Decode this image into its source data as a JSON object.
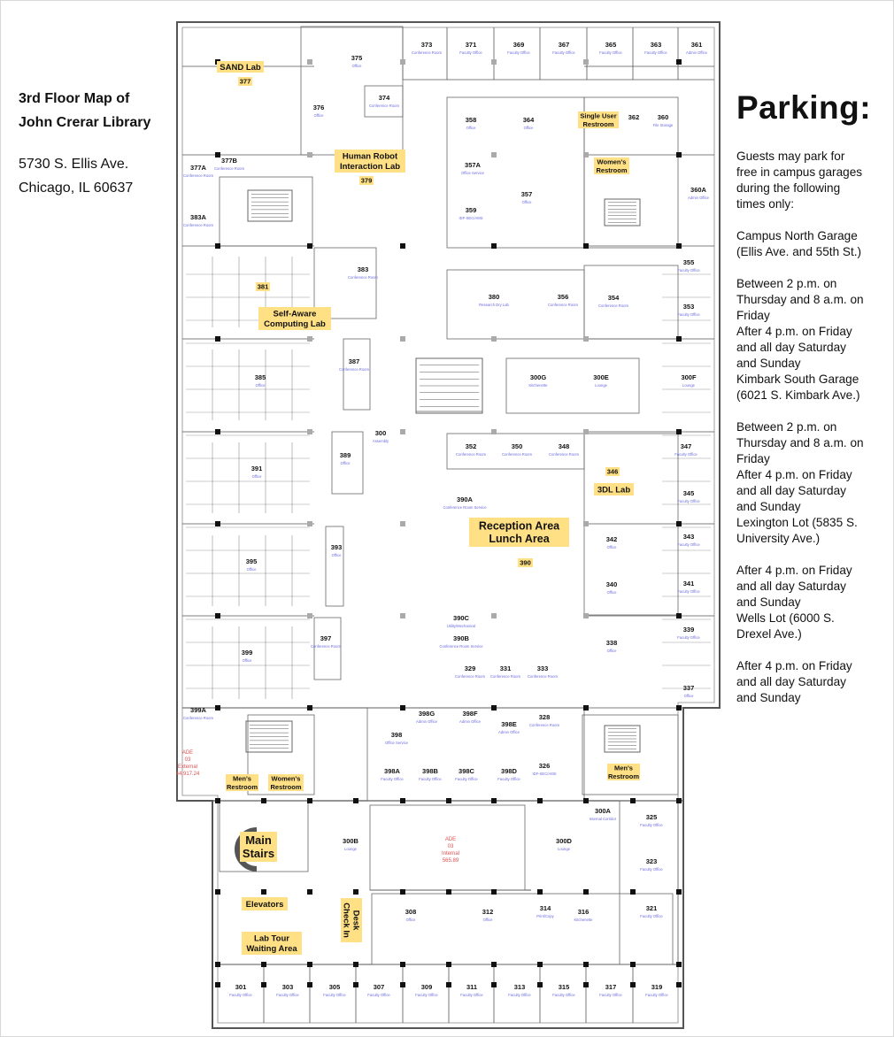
{
  "header": {
    "title_line1": "3rd Floor Map of",
    "title_line2": "John Crerar Library",
    "address_line1": "5730 S. Ellis Ave.",
    "address_line2": "Chicago, IL 60637"
  },
  "parking": {
    "heading": "Parking:",
    "lines": [
      "Guests may park for",
      "free in campus garages",
      "during the following",
      "times only:",
      "",
      "Campus North Garage",
      "(Ellis Ave. and 55th St.)",
      "",
      "Between 2 p.m. on",
      "Thursday and 8 a.m. on",
      "Friday",
      "After 4 p.m. on Friday",
      "and all day Saturday",
      "and Sunday",
      "Kimbark South Garage",
      "(6021 S. Kimbark Ave.)",
      "",
      "Between 2 p.m. on",
      "Thursday and 8 a.m. on",
      "Friday",
      "After 4 p.m. on Friday",
      "and all day Saturday",
      "and Sunday",
      "Lexington Lot (5835 S.",
      "University Ave.)",
      "",
      "After 4 p.m. on Friday",
      "and all day Saturday",
      "and Sunday",
      "Wells Lot (6000 S.",
      "Drexel Ave.)",
      "",
      "After 4 p.m. on Friday",
      "and all day Saturday",
      "and Sunday"
    ]
  },
  "colors": {
    "highlight": "#ffe084",
    "wall": "#555555",
    "room_text": "#6a6ae0",
    "external": "#e05050"
  },
  "map": {
    "highlights": [
      {
        "id": "sand",
        "lines": [
          "SAND Lab"
        ]
      },
      {
        "id": "377",
        "lines": [
          "377"
        ]
      },
      {
        "id": "hri",
        "lines": [
          "Human Robot",
          "Interaction Lab"
        ]
      },
      {
        "id": "379",
        "lines": [
          "379"
        ]
      },
      {
        "id": "single",
        "lines": [
          "Single User",
          "Restroom"
        ]
      },
      {
        "id": "women1",
        "lines": [
          "Women's",
          "Restroom"
        ]
      },
      {
        "id": "381",
        "lines": [
          "381"
        ]
      },
      {
        "id": "sac",
        "lines": [
          "Self-Aware",
          "Computing Lab"
        ]
      },
      {
        "id": "346",
        "lines": [
          "346"
        ]
      },
      {
        "id": "3dl",
        "lines": [
          "3DL Lab"
        ]
      },
      {
        "id": "reception",
        "lines": [
          "Reception Area",
          "Lunch Area"
        ]
      },
      {
        "id": "390",
        "lines": [
          "390"
        ]
      },
      {
        "id": "men1",
        "lines": [
          "Men's",
          "Restroom"
        ]
      },
      {
        "id": "women2",
        "lines": [
          "Women's",
          "Restroom"
        ]
      },
      {
        "id": "men2",
        "lines": [
          "Men's",
          "Restroom"
        ]
      },
      {
        "id": "stairs",
        "lines": [
          "Main",
          "Stairs"
        ]
      },
      {
        "id": "elev",
        "lines": [
          "Elevators"
        ]
      },
      {
        "id": "tour",
        "lines": [
          "Lab Tour",
          "Waiting Area"
        ]
      },
      {
        "id": "checkin",
        "lines": [
          "Check In",
          "Desk"
        ]
      }
    ],
    "rooms": [
      {
        "n": "373",
        "s": "Conference Room"
      },
      {
        "n": "371",
        "s": "Faculty Office"
      },
      {
        "n": "369",
        "s": "Faculty Office"
      },
      {
        "n": "367",
        "s": "Faculty Office"
      },
      {
        "n": "365",
        "s": "Faculty Office"
      },
      {
        "n": "363",
        "s": "Faculty Office"
      },
      {
        "n": "361",
        "s": "Admin Office"
      },
      {
        "n": "375",
        "s": "Office"
      },
      {
        "n": "374",
        "s": "Conference Room"
      },
      {
        "n": "376",
        "s": "Office"
      },
      {
        "n": "358",
        "s": "Office"
      },
      {
        "n": "364",
        "s": "Office"
      },
      {
        "n": "362",
        "s": ""
      },
      {
        "n": "360",
        "s": "File Storage"
      },
      {
        "n": "377A",
        "s": "Conference Room"
      },
      {
        "n": "377B",
        "s": "Conference Room"
      },
      {
        "n": "357A",
        "s": "Office Service"
      },
      {
        "n": "357",
        "s": "Office"
      },
      {
        "n": "360A",
        "s": "Admin Office"
      },
      {
        "n": "359",
        "s": "IDF-SEC/AMS"
      },
      {
        "n": "383A",
        "s": "Conference Room"
      },
      {
        "n": "355",
        "s": "Faculty Office"
      },
      {
        "n": "383",
        "s": "Conference Room"
      },
      {
        "n": "380",
        "s": "Research Dry Lab"
      },
      {
        "n": "356",
        "s": "Conference Room"
      },
      {
        "n": "354",
        "s": "Conference Room"
      },
      {
        "n": "353",
        "s": "Faculty Office"
      },
      {
        "n": "385",
        "s": "Office"
      },
      {
        "n": "387",
        "s": "Conference Room"
      },
      {
        "n": "300G",
        "s": "Kitchenette"
      },
      {
        "n": "300E",
        "s": "Lounge"
      },
      {
        "n": "300F",
        "s": "Lounge"
      },
      {
        "n": "300",
        "s": "Assembly"
      },
      {
        "n": "352",
        "s": "Conference Room"
      },
      {
        "n": "350",
        "s": "Conference Room"
      },
      {
        "n": "348",
        "s": "Conference Room"
      },
      {
        "n": "347",
        "s": "Faculty Office"
      },
      {
        "n": "391",
        "s": "Office"
      },
      {
        "n": "389",
        "s": "Office"
      },
      {
        "n": "390A",
        "s": "Conference Room Service"
      },
      {
        "n": "345",
        "s": "Faculty Office"
      },
      {
        "n": "393",
        "s": "Office"
      },
      {
        "n": "342",
        "s": "Office"
      },
      {
        "n": "343",
        "s": "Faculty Office"
      },
      {
        "n": "395",
        "s": "Office"
      },
      {
        "n": "340",
        "s": "Office"
      },
      {
        "n": "341",
        "s": "Faculty Office"
      },
      {
        "n": "390C",
        "s": "Utility/Mechanical"
      },
      {
        "n": "390B",
        "s": "Conference Room Service"
      },
      {
        "n": "397",
        "s": "Conference Room"
      },
      {
        "n": "338",
        "s": "Office"
      },
      {
        "n": "339",
        "s": "Faculty Office"
      },
      {
        "n": "399",
        "s": "Office"
      },
      {
        "n": "329",
        "s": "Conference Room"
      },
      {
        "n": "331",
        "s": "Conference Room"
      },
      {
        "n": "333",
        "s": "Conference Room"
      },
      {
        "n": "337",
        "s": "Office"
      },
      {
        "n": "399A",
        "s": "Conference Room"
      },
      {
        "n": "398G",
        "s": "Admin Office"
      },
      {
        "n": "398F",
        "s": "Admin Office"
      },
      {
        "n": "328",
        "s": "Conference Room"
      },
      {
        "n": "398E",
        "s": "Admin Office"
      },
      {
        "n": "398",
        "s": "Office Service"
      },
      {
        "n": "326",
        "s": "IDF-SEC/AMS"
      },
      {
        "n": "398A",
        "s": "Faculty Office"
      },
      {
        "n": "398B",
        "s": "Faculty Office"
      },
      {
        "n": "398C",
        "s": "Faculty Office"
      },
      {
        "n": "398D",
        "s": "Faculty Office"
      },
      {
        "n": "300A",
        "s": "Internal Corridor"
      },
      {
        "n": "325",
        "s": "Faculty Office"
      },
      {
        "n": "300B",
        "s": "Lounge"
      },
      {
        "n": "300D",
        "s": "Lounge"
      },
      {
        "n": "323",
        "s": "Faculty Office"
      },
      {
        "n": "308",
        "s": "Office"
      },
      {
        "n": "312",
        "s": "Office"
      },
      {
        "n": "314",
        "s": "Print/Copy"
      },
      {
        "n": "316",
        "s": "Kitchenette"
      },
      {
        "n": "321",
        "s": "Faculty Office"
      },
      {
        "n": "301",
        "s": "Faculty Office"
      },
      {
        "n": "303",
        "s": "Faculty Office"
      },
      {
        "n": "305",
        "s": "Faculty Office"
      },
      {
        "n": "307",
        "s": "Faculty Office"
      },
      {
        "n": "309",
        "s": "Faculty Office"
      },
      {
        "n": "311",
        "s": "Faculty Office"
      },
      {
        "n": "313",
        "s": "Faculty Office"
      },
      {
        "n": "315",
        "s": "Faculty Office"
      },
      {
        "n": "317",
        "s": "Faculty Office"
      },
      {
        "n": "319",
        "s": "Faculty Office"
      }
    ],
    "external_labels": [
      {
        "id": "ext-left",
        "lines": [
          "ADE",
          "03",
          "External",
          "44,917.24"
        ]
      },
      {
        "id": "ext-center",
        "lines": [
          "ADE",
          "03",
          "Internal",
          "565.89"
        ]
      }
    ]
  }
}
